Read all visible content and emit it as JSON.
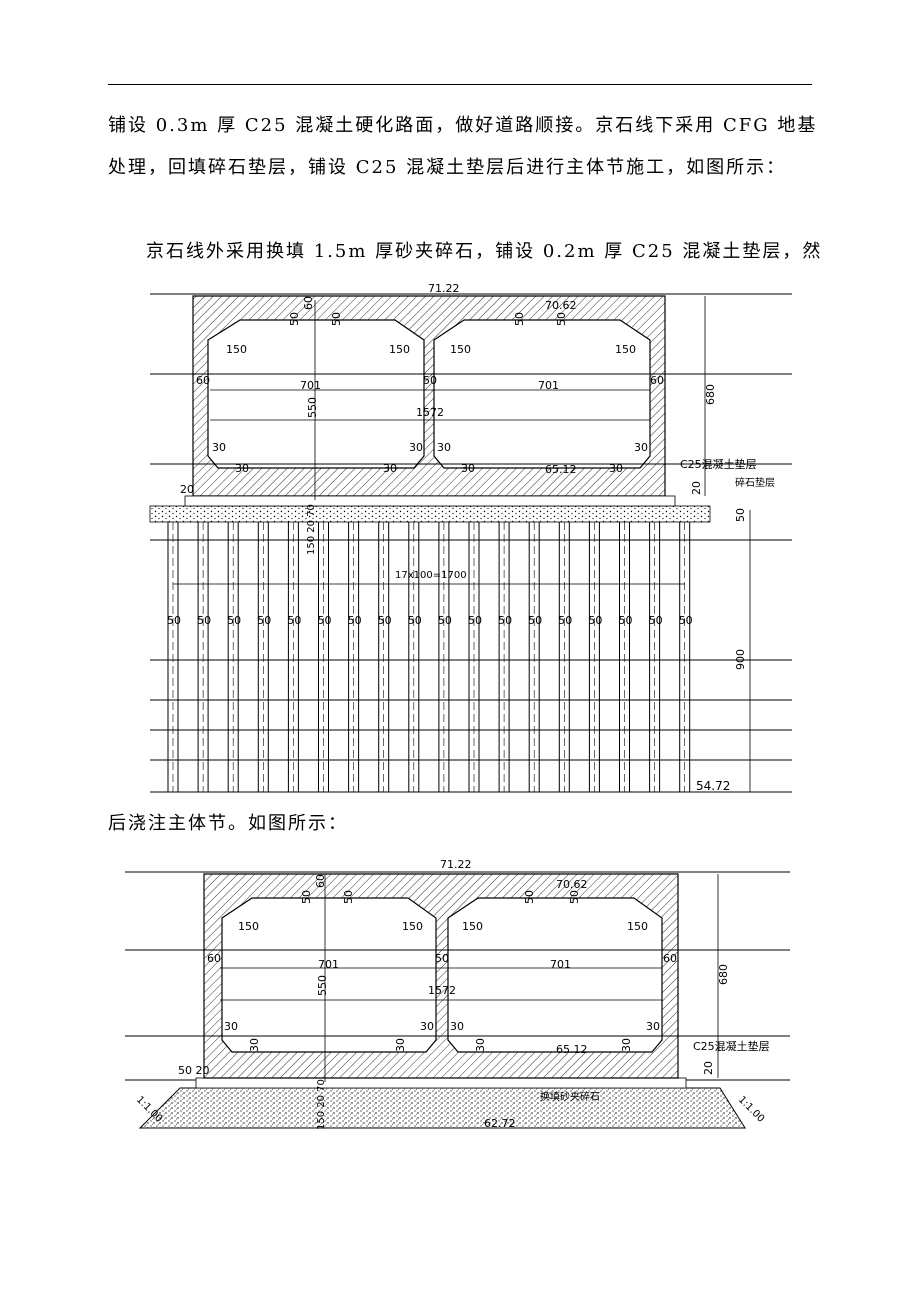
{
  "paragraphs": {
    "p1": "铺设 0.3m 厚 C25 混凝土硬化路面，做好道路顺接。京石线下采用 CFG 地基",
    "p2": "处理，回填碎石垫层，铺设 C25 混凝土垫层后进行主体节施工，如图所示：",
    "p3": "京石线外采用换填 1.5m 厚砂夹碎石，铺设 0.2m 厚 C25 混凝土垫层，然",
    "p4": "后浇注主体节。如图所示："
  },
  "drawing1": {
    "elev_top": "71.22",
    "elev_slab": "70.62",
    "elev_floor": "65.12",
    "elev_pile": "54.72",
    "dim_haunch": "150",
    "dim_haunch_v": "50",
    "dim_wall": "60",
    "dim_mid": "50",
    "dim_span": "701",
    "dim_total": "1572",
    "dim_height_in": "550",
    "dim_height": "680",
    "dim_corner": "30",
    "dim_base_side": "20",
    "dim_base_stack": "150 20 70",
    "dim_pile_spacing": "17x100=1700",
    "dim_pile_dia": "50",
    "dim_pile_len": "900",
    "dim_gravel": "50",
    "label_concrete": "C25混凝土垫层",
    "label_gravel": "碎石垫层"
  },
  "drawing2": {
    "elev_top": "71.22",
    "elev_slab": "70.62",
    "elev_floor": "65.12",
    "elev_bottom": "62.72",
    "dim_haunch": "150",
    "dim_haunch_v": "50",
    "dim_wall": "60",
    "dim_mid": "50",
    "dim_span": "701",
    "dim_total": "1572",
    "dim_height_in": "550",
    "dim_height": "680",
    "dim_corner": "30",
    "dim_base_side": "50 20",
    "dim_base_stack": "150 20 70",
    "dim_base_right": "20",
    "label_concrete": "C25混凝土垫层",
    "label_fill": "换填砂夹碎石",
    "slope": "1:1.00"
  }
}
